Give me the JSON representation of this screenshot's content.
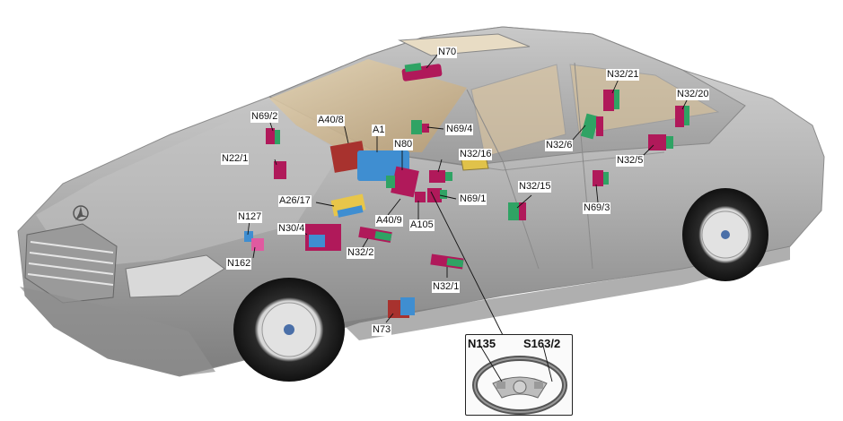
{
  "labels": {
    "n70": "N70",
    "n32_21": "N32/21",
    "n32_20": "N32/20",
    "n69_2": "N69/2",
    "a40_8": "A40/8",
    "n69_4": "N69/4",
    "a1": "A1",
    "n80": "N80",
    "n32_16": "N32/16",
    "n32_6": "N32/6",
    "n22_1": "N22/1",
    "n32_5": "N32/5",
    "n32_15": "N32/15",
    "n69_1": "N69/1",
    "a26_17": "A26/17",
    "n69_3": "N69/3",
    "n127": "N127",
    "a40_9": "A40/9",
    "a105": "A105",
    "n30_4": "N30/4",
    "n32_2": "N32/2",
    "n162": "N162",
    "n32_1": "N32/1",
    "n73": "N73"
  },
  "inset": {
    "n135": "N135",
    "s163_2": "S163/2"
  },
  "colors": {
    "module_magenta": "#b0195a",
    "module_green": "#2fa364",
    "module_blue": "#3f8ed1",
    "module_red": "#a8322e",
    "module_yellow": "#e8c64a",
    "car_body": "#a9a9a9"
  }
}
